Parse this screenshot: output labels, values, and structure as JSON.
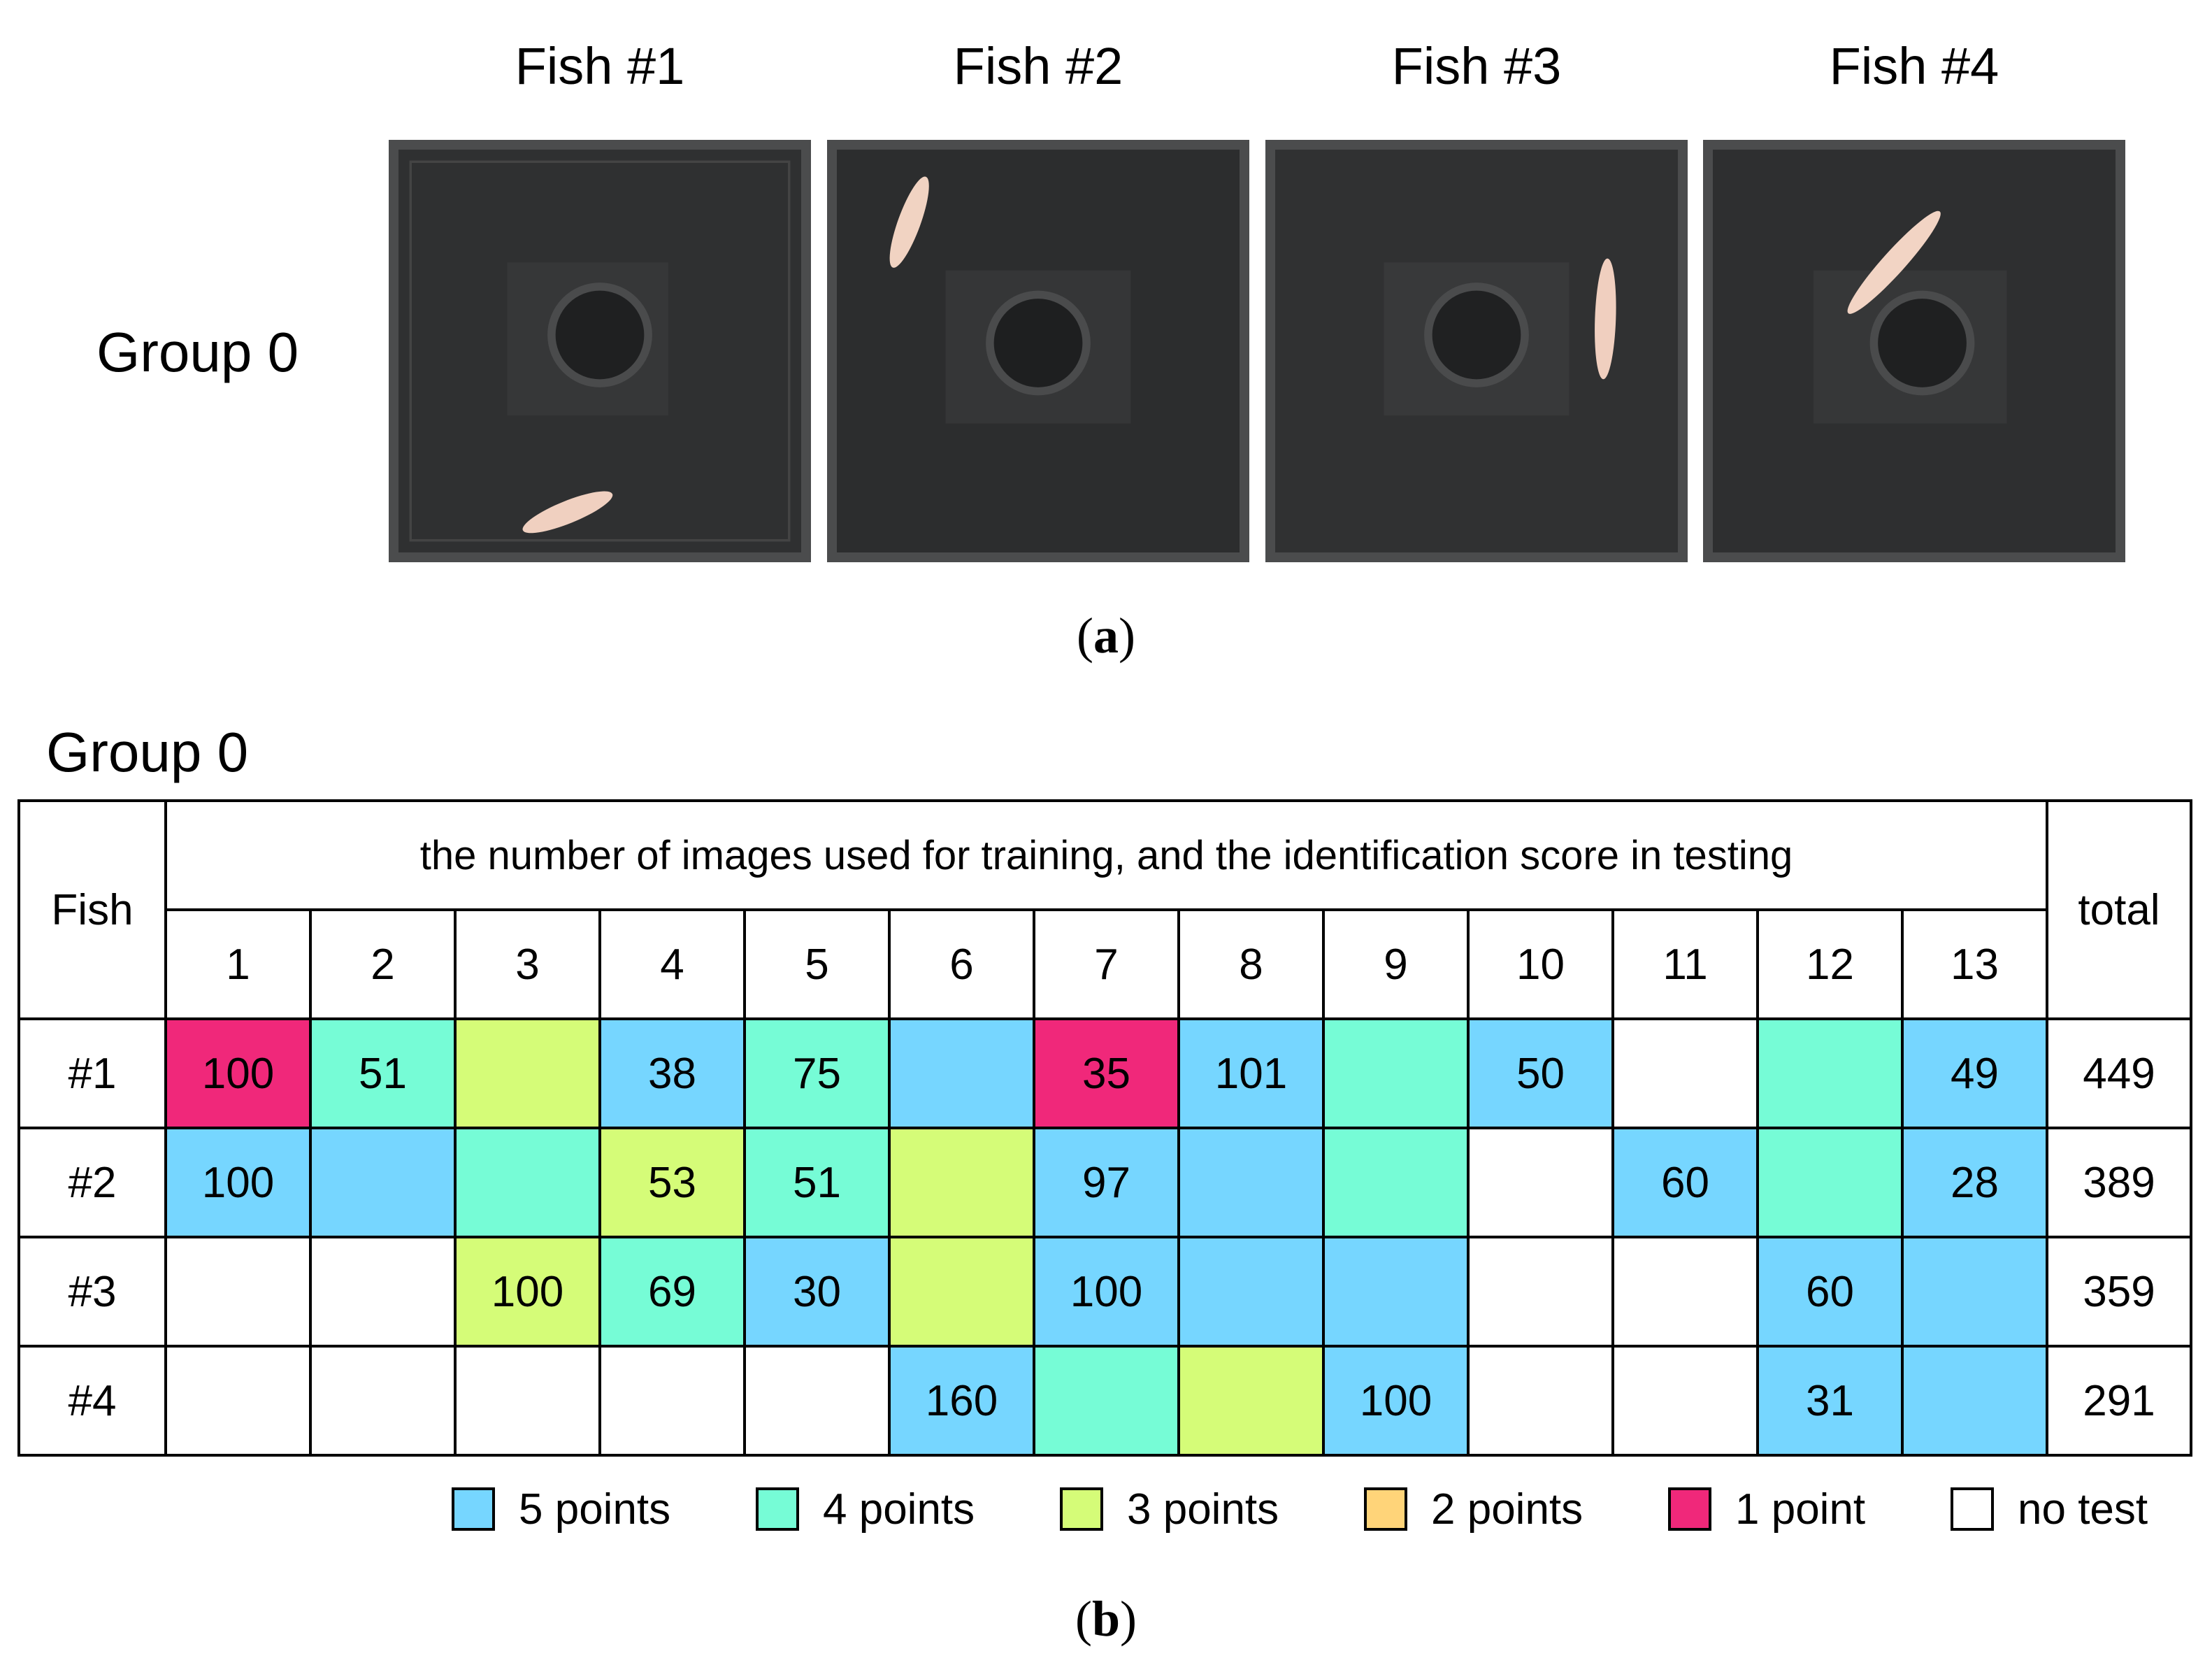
{
  "panel_a": {
    "fish_headers": [
      "Fish #1",
      "Fish #2",
      "Fish #3",
      "Fish #4"
    ],
    "group_label": "Group 0",
    "caption_letter": "a"
  },
  "panel_b": {
    "group_label": "Group 0",
    "table": {
      "row_header": "Fish",
      "span_header": "the number of images used for training, and the identification score in testing",
      "total_header": "total",
      "columns": [
        "1",
        "2",
        "3",
        "4",
        "5",
        "6",
        "7",
        "8",
        "9",
        "10",
        "11",
        "12",
        "13"
      ],
      "rows": [
        {
          "fish": "#1",
          "total": "449",
          "cells": [
            {
              "text": "100",
              "color": "pink"
            },
            {
              "text": "51",
              "color": "teal"
            },
            {
              "text": "",
              "color": "lime"
            },
            {
              "text": "38",
              "color": "blue"
            },
            {
              "text": "75",
              "color": "teal"
            },
            {
              "text": "",
              "color": "blue"
            },
            {
              "text": "35",
              "color": "pink"
            },
            {
              "text": "101",
              "color": "blue"
            },
            {
              "text": "",
              "color": "teal"
            },
            {
              "text": "50",
              "color": "blue"
            },
            {
              "text": "",
              "color": "white"
            },
            {
              "text": "",
              "color": "teal"
            },
            {
              "text": "49",
              "color": "blue"
            }
          ]
        },
        {
          "fish": "#2",
          "total": "389",
          "cells": [
            {
              "text": "100",
              "color": "blue"
            },
            {
              "text": "",
              "color": "blue"
            },
            {
              "text": "",
              "color": "teal"
            },
            {
              "text": "53",
              "color": "lime"
            },
            {
              "text": "51",
              "color": "teal"
            },
            {
              "text": "",
              "color": "lime"
            },
            {
              "text": "97",
              "color": "blue"
            },
            {
              "text": "",
              "color": "blue"
            },
            {
              "text": "",
              "color": "teal"
            },
            {
              "text": "",
              "color": "white"
            },
            {
              "text": "60",
              "color": "blue"
            },
            {
              "text": "",
              "color": "teal"
            },
            {
              "text": "28",
              "color": "blue"
            }
          ]
        },
        {
          "fish": "#3",
          "total": "359",
          "cells": [
            {
              "text": "",
              "color": "white"
            },
            {
              "text": "",
              "color": "white"
            },
            {
              "text": "100",
              "color": "lime"
            },
            {
              "text": "69",
              "color": "teal"
            },
            {
              "text": "30",
              "color": "blue"
            },
            {
              "text": "",
              "color": "lime"
            },
            {
              "text": "100",
              "color": "blue"
            },
            {
              "text": "",
              "color": "blue"
            },
            {
              "text": "",
              "color": "blue"
            },
            {
              "text": "",
              "color": "white"
            },
            {
              "text": "",
              "color": "white"
            },
            {
              "text": "60",
              "color": "blue"
            },
            {
              "text": "",
              "color": "blue"
            }
          ]
        },
        {
          "fish": "#4",
          "total": "291",
          "cells": [
            {
              "text": "",
              "color": "white"
            },
            {
              "text": "",
              "color": "white"
            },
            {
              "text": "",
              "color": "white"
            },
            {
              "text": "",
              "color": "white"
            },
            {
              "text": "",
              "color": "white"
            },
            {
              "text": "160",
              "color": "blue"
            },
            {
              "text": "",
              "color": "teal"
            },
            {
              "text": "",
              "color": "lime"
            },
            {
              "text": "100",
              "color": "blue"
            },
            {
              "text": "",
              "color": "white"
            },
            {
              "text": "",
              "color": "white"
            },
            {
              "text": "31",
              "color": "blue"
            },
            {
              "text": "",
              "color": "blue"
            }
          ]
        }
      ]
    },
    "legend": [
      {
        "label": "5 points",
        "color": "blue"
      },
      {
        "label": "4 points",
        "color": "teal"
      },
      {
        "label": "3 points",
        "color": "lime"
      },
      {
        "label": "2 points",
        "color": "orange"
      },
      {
        "label": "1 point",
        "color": "pink"
      },
      {
        "label": "no test",
        "color": "white"
      }
    ],
    "caption_letter": "b"
  },
  "colors": {
    "blue": "#76d6ff",
    "teal": "#76fcd6",
    "lime": "#d5fc78",
    "orange": "#ffd479",
    "pink": "#f0287a",
    "white": "#ffffff"
  }
}
